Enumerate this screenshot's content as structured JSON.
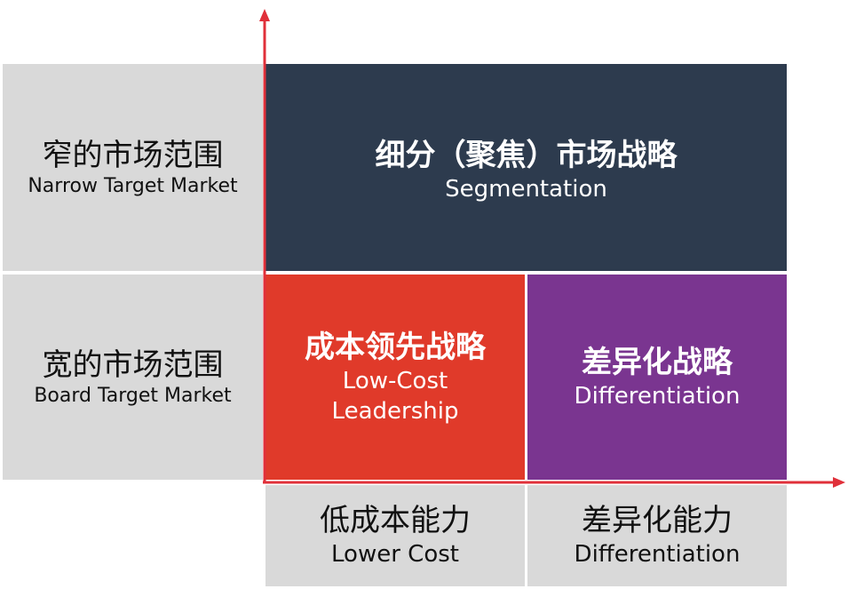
{
  "colors": {
    "segmentation": "#2d3b4e",
    "low_cost": "#e03a2a",
    "differentiation": "#7a3590",
    "label_bg": "#d9d9d9",
    "axis": "#e0303a"
  },
  "rows": [
    {
      "cn": "窄的市场范围",
      "en": "Narrow Target Market"
    },
    {
      "cn": "宽的市场范围",
      "en": "Board Target Market"
    }
  ],
  "columns": [
    {
      "cn": "低成本能力",
      "en": "Lower Cost"
    },
    {
      "cn": "差异化能力",
      "en": "Differentiation"
    }
  ],
  "strategies": {
    "segmentation": {
      "cn": "细分（聚焦）市场战略",
      "en": "Segmentation"
    },
    "low_cost": {
      "cn": "成本领先战略",
      "en_line1": "Low-Cost",
      "en_line2": "Leadership"
    },
    "differentiation": {
      "cn": "差异化战略",
      "en": "Differentiation"
    }
  },
  "icons": {
    "y_axis": "arrow-up-icon",
    "x_axis": "arrow-right-icon"
  }
}
